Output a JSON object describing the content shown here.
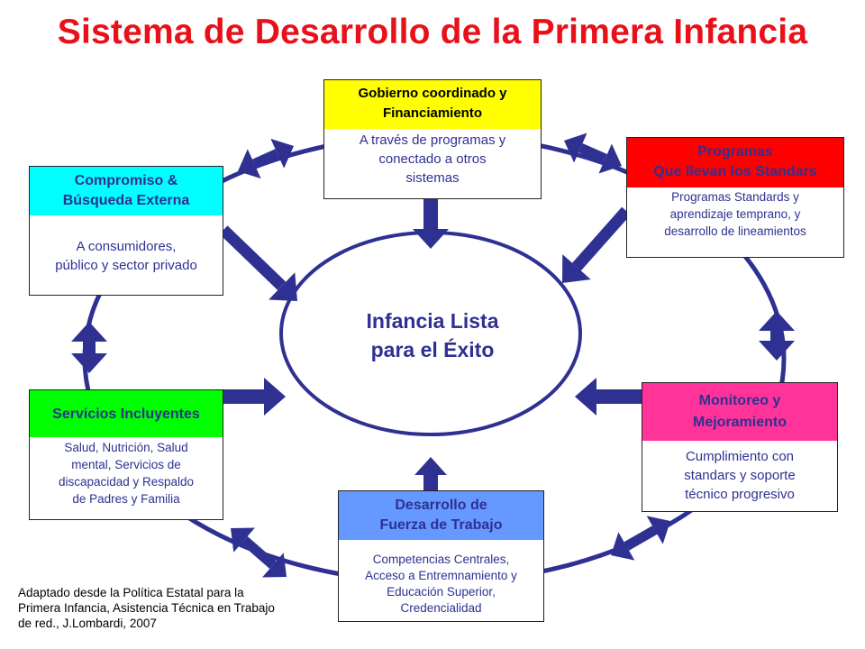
{
  "title": "Sistema de Desarrollo de la Primera Infancia",
  "center": {
    "label": "Infancia Lista\npara el Éxito"
  },
  "colors": {
    "ring": "#2e3192",
    "title": "#e8111a",
    "yellow": "#ffff00",
    "red": "#ff0000",
    "cyan": "#00ffff",
    "green": "#00ff00",
    "pink": "#ff3399",
    "blue": "#6699ff"
  },
  "boxes": {
    "gobierno": {
      "header": "Gobierno coordinado y\nFinanciamiento",
      "body": "A través de programas y\nconectado a otros\nsistemas"
    },
    "programas": {
      "header": "Programas\nQue llevan los Standars",
      "body": "Programas Standards y\naprendizaje  temprano, y\ndesarrollo de lineamientos"
    },
    "compromiso": {
      "header": "Compromiso &\nBúsqueda Externa",
      "body": "A consumidores,\npúblico y sector privado"
    },
    "servicios": {
      "header": "Servicios Incluyentes",
      "body": "Salud, Nutrición, Salud\nmental, Servicios de\ndiscapacidad y Respaldo\nde Padres y Familia"
    },
    "monitoreo": {
      "header": "Monitoreo y\nMejoramiento",
      "body": "Cumplimiento con\nstandars y soporte\ntécnico progresivo"
    },
    "desarrollo": {
      "header": "Desarrollo de\nFuerza de Trabajo",
      "body": "Competencias Centrales,\nAcceso a Entremnamiento y\nEducación Superior,\nCredencialidad"
    }
  },
  "source": "Adaptado desde la Política Estatal para la\nPrimera Infancia, Asistencia Técnica en Trabajo\nde red.,  J.Lombardi, 2007"
}
